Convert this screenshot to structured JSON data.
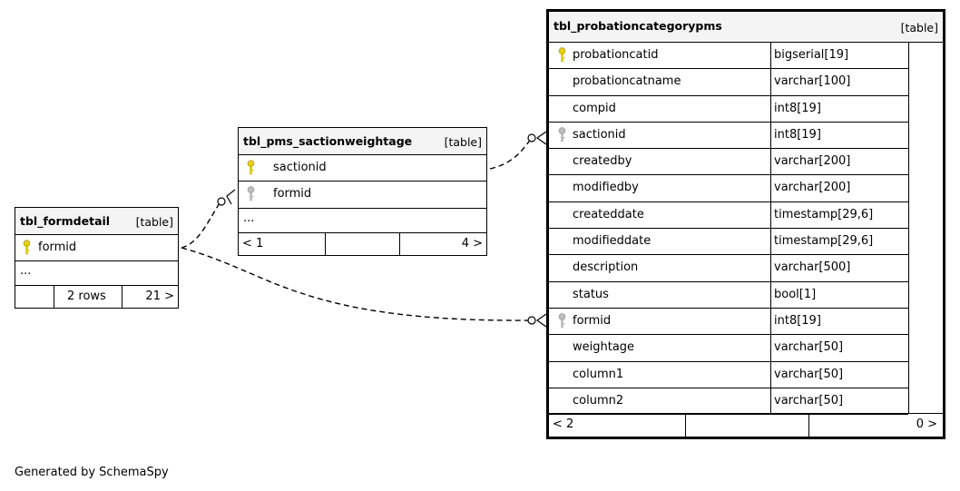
{
  "tables": {
    "formdetail": {
      "name": "tbl_formdetail",
      "kind": "[table]",
      "columns": [
        {
          "name": "formid",
          "key": "primary"
        }
      ],
      "ellipsis": "...",
      "footer": {
        "left": "",
        "middle": "2 rows",
        "right": "21 >"
      }
    },
    "saction": {
      "name": "tbl_pms_sactionweightage",
      "kind": "[table]",
      "columns": [
        {
          "name": "sactionid",
          "key": "primary"
        },
        {
          "name": "formid",
          "key": "foreign"
        }
      ],
      "ellipsis": "...",
      "footer": {
        "left": "< 1",
        "middle": "",
        "right": "4 >"
      }
    },
    "probation": {
      "name": "tbl_probationcategorypms",
      "kind": "[table]",
      "columns": [
        {
          "name": "probationcatid",
          "type": "bigserial[19]",
          "key": "primary"
        },
        {
          "name": "probationcatname",
          "type": "varchar[100]"
        },
        {
          "name": "compid",
          "type": "int8[19]"
        },
        {
          "name": "sactionid",
          "type": "int8[19]",
          "key": "foreign"
        },
        {
          "name": "createdby",
          "type": "varchar[200]"
        },
        {
          "name": "modifiedby",
          "type": "varchar[200]"
        },
        {
          "name": "createddate",
          "type": "timestamp[29,6]"
        },
        {
          "name": "modifieddate",
          "type": "timestamp[29,6]"
        },
        {
          "name": "description",
          "type": "varchar[500]"
        },
        {
          "name": "status",
          "type": "bool[1]"
        },
        {
          "name": "formid",
          "type": "int8[19]",
          "key": "foreign"
        },
        {
          "name": "weightage",
          "type": "varchar[50]"
        },
        {
          "name": "column1",
          "type": "varchar[50]"
        },
        {
          "name": "column2",
          "type": "varchar[50]"
        }
      ],
      "footer": {
        "left": "< 2",
        "middle": "",
        "right": "0 >"
      }
    }
  },
  "credit": "Generated by SchemaSpy",
  "colors": {
    "primary_key": "#e8d000",
    "foreign_key": "#a9a9a9",
    "header_bg": "#f4f4f4"
  }
}
